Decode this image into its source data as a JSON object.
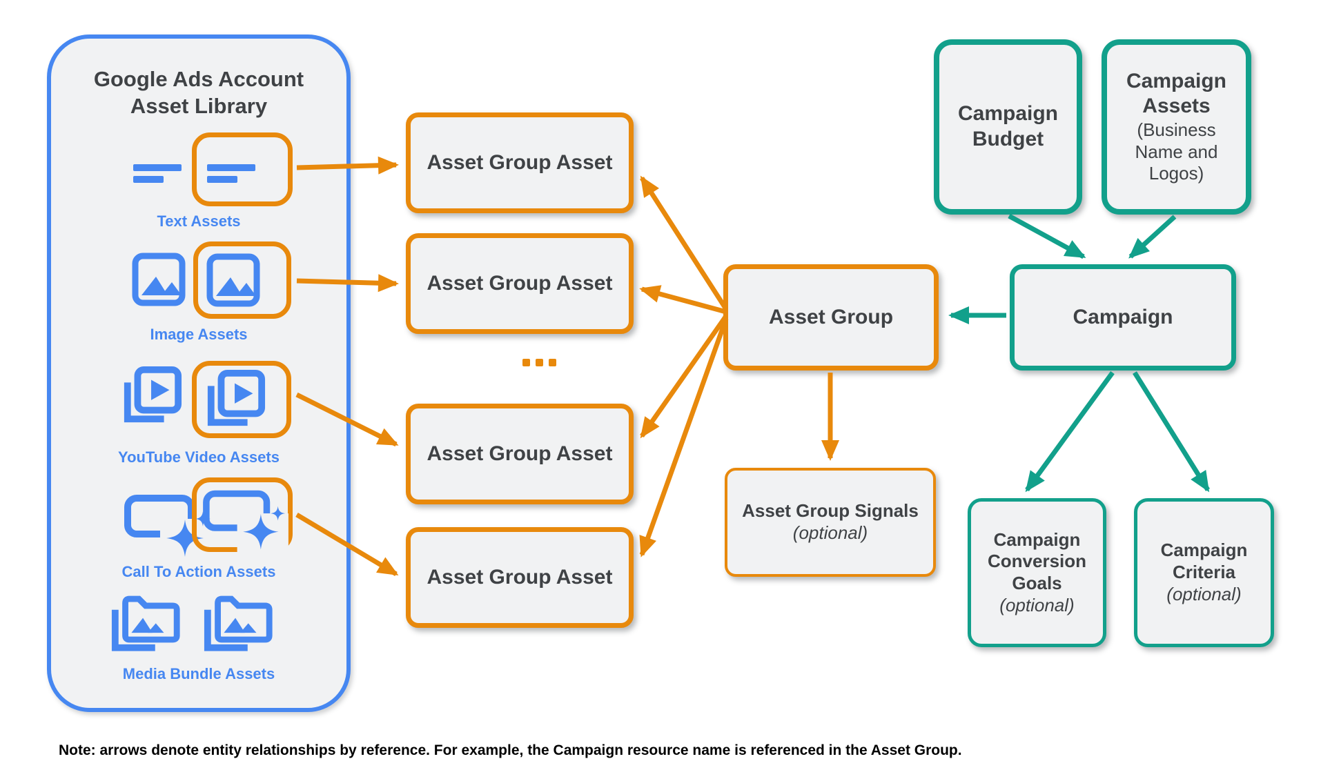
{
  "palette": {
    "blue": "#4687F1",
    "orange": "#E8890C",
    "teal": "#12A08B",
    "box_fill": "#F1F2F3",
    "text_dark": "#3F4245",
    "note_black": "#000000"
  },
  "library": {
    "title": "Google Ads Account Asset Library",
    "asset_types": [
      {
        "label": "Text Assets"
      },
      {
        "label": "Image Assets"
      },
      {
        "label": "YouTube Video  Assets"
      },
      {
        "label": "Call To Action Assets"
      },
      {
        "label": "Media Bundle  Assets"
      }
    ]
  },
  "nodes": {
    "asset_group_assets": [
      {
        "label": "Asset Group Asset"
      },
      {
        "label": "Asset Group Asset"
      },
      {
        "label": "Asset Group Asset"
      },
      {
        "label": "Asset Group Asset"
      }
    ],
    "asset_group": {
      "label": "Asset Group"
    },
    "asset_group_signals": {
      "title": "Asset Group Signals",
      "subtitle": "(optional)"
    },
    "campaign_budget": {
      "label": "Campaign Budget"
    },
    "campaign_assets": {
      "title": "Campaign Assets",
      "subtitle": "(Business Name and Logos)"
    },
    "campaign": {
      "label": "Campaign"
    },
    "campaign_conversion_goals": {
      "title": "Campaign Conversion Goals",
      "subtitle": "(optional)"
    },
    "campaign_criteria": {
      "title": "Campaign Criteria",
      "subtitle": "(optional)"
    }
  },
  "note": "Note: arrows denote entity relationships by reference. For example, the Campaign resource name is referenced in the Asset Group."
}
